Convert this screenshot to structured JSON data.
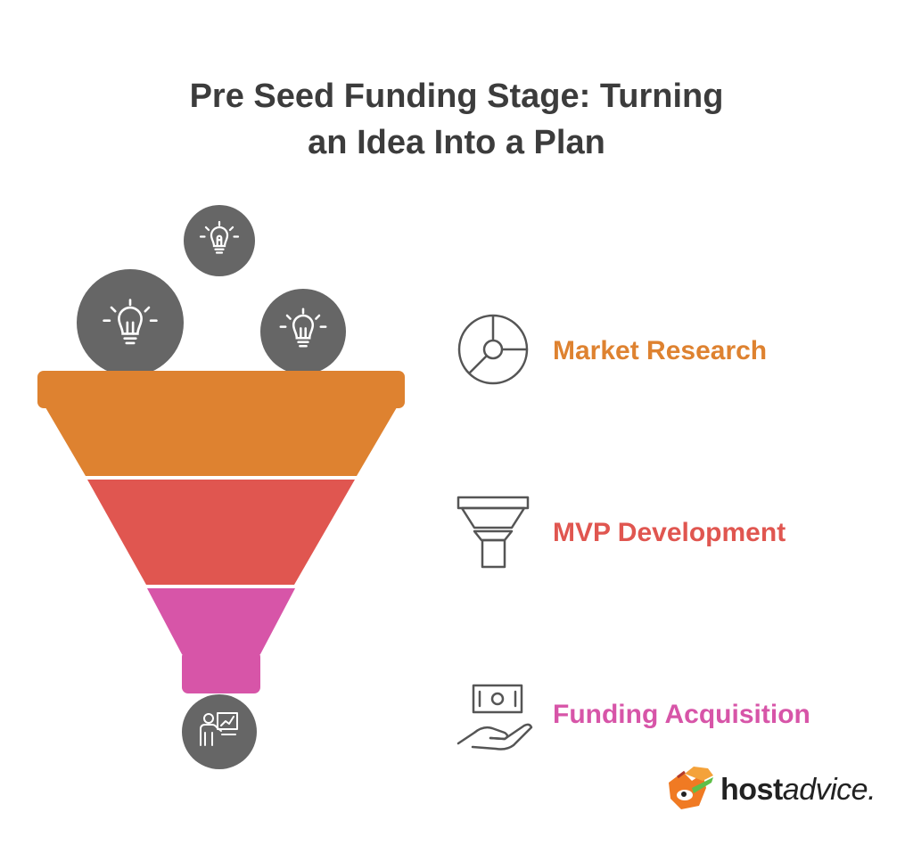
{
  "title": {
    "line1": "Pre Seed Funding Stage: Turning",
    "line2": "an Idea Into a Plan"
  },
  "stages": [
    {
      "label": "Market Research",
      "color": "#de8230",
      "icon": "pie-chart-icon"
    },
    {
      "label": "MVP Development",
      "color": "#e05650",
      "icon": "funnel-outline-icon"
    },
    {
      "label": "Funding Acquisition",
      "color": "#d755a8",
      "icon": "money-hand-icon"
    }
  ],
  "funnel_inputs": [
    "lightbulb-icon",
    "lightbulb-icon",
    "lightbulb-icon"
  ],
  "funnel_output": "presenter-chart-icon",
  "icon_circle_color": "#666666",
  "text_color": "#3c3c3c",
  "brand": {
    "part1": "host",
    "part2": "advice."
  }
}
